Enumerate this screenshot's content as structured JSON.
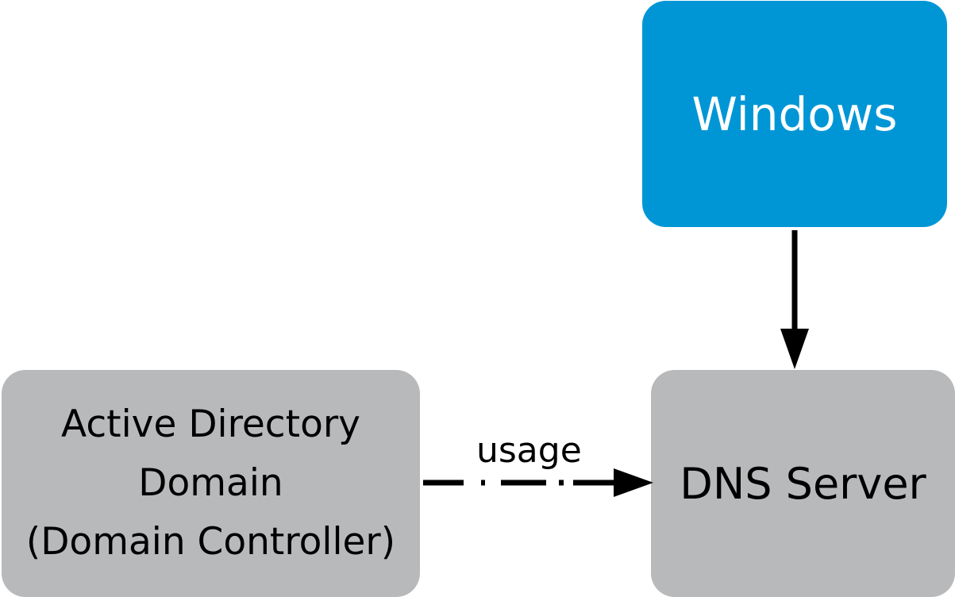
{
  "nodes": {
    "windows": {
      "label": "Windows",
      "fill": "#0096D6",
      "text_color": "#FFFFFF"
    },
    "active_directory": {
      "lines": [
        "Active Directory",
        "Domain",
        "(Domain Controller)"
      ],
      "fill": "#B8B9BB",
      "text_color": "#000000"
    },
    "dns_server": {
      "label": "DNS Server",
      "fill": "#B8B9BB",
      "text_color": "#000000"
    }
  },
  "edges": [
    {
      "from": "windows",
      "to": "dns_server",
      "style": "solid",
      "label": ""
    },
    {
      "from": "active_directory",
      "to": "dns_server",
      "style": "dash-dot",
      "label": "usage"
    }
  ]
}
